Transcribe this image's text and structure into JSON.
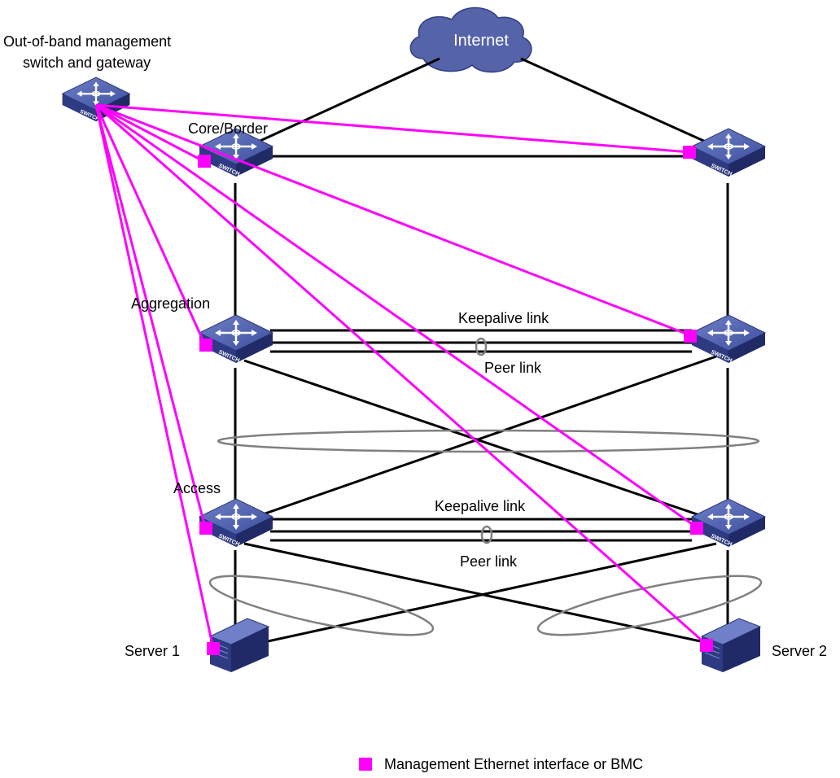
{
  "labels": {
    "oob_line1": "Out-of-band management",
    "oob_line2": "switch and gateway",
    "internet": "Internet",
    "core": "Core/Border",
    "aggregation": "Aggregation",
    "access": "Access",
    "keepalive_agg": "Keepalive link",
    "peer_agg": "Peer link",
    "keepalive_acc": "Keepalive link",
    "peer_acc": "Peer link",
    "server1": "Server 1",
    "server2": "Server 2",
    "switch_text": "SWITCH"
  },
  "legend": {
    "text": "Management Ethernet interface or BMC",
    "color": "#ff00ff"
  },
  "colors": {
    "management_link": "#ff00ff",
    "data_link": "#000000",
    "lag_ellipse": "#808080",
    "device_blue": "#3f4fa0",
    "cloud": "#5563a8"
  }
}
